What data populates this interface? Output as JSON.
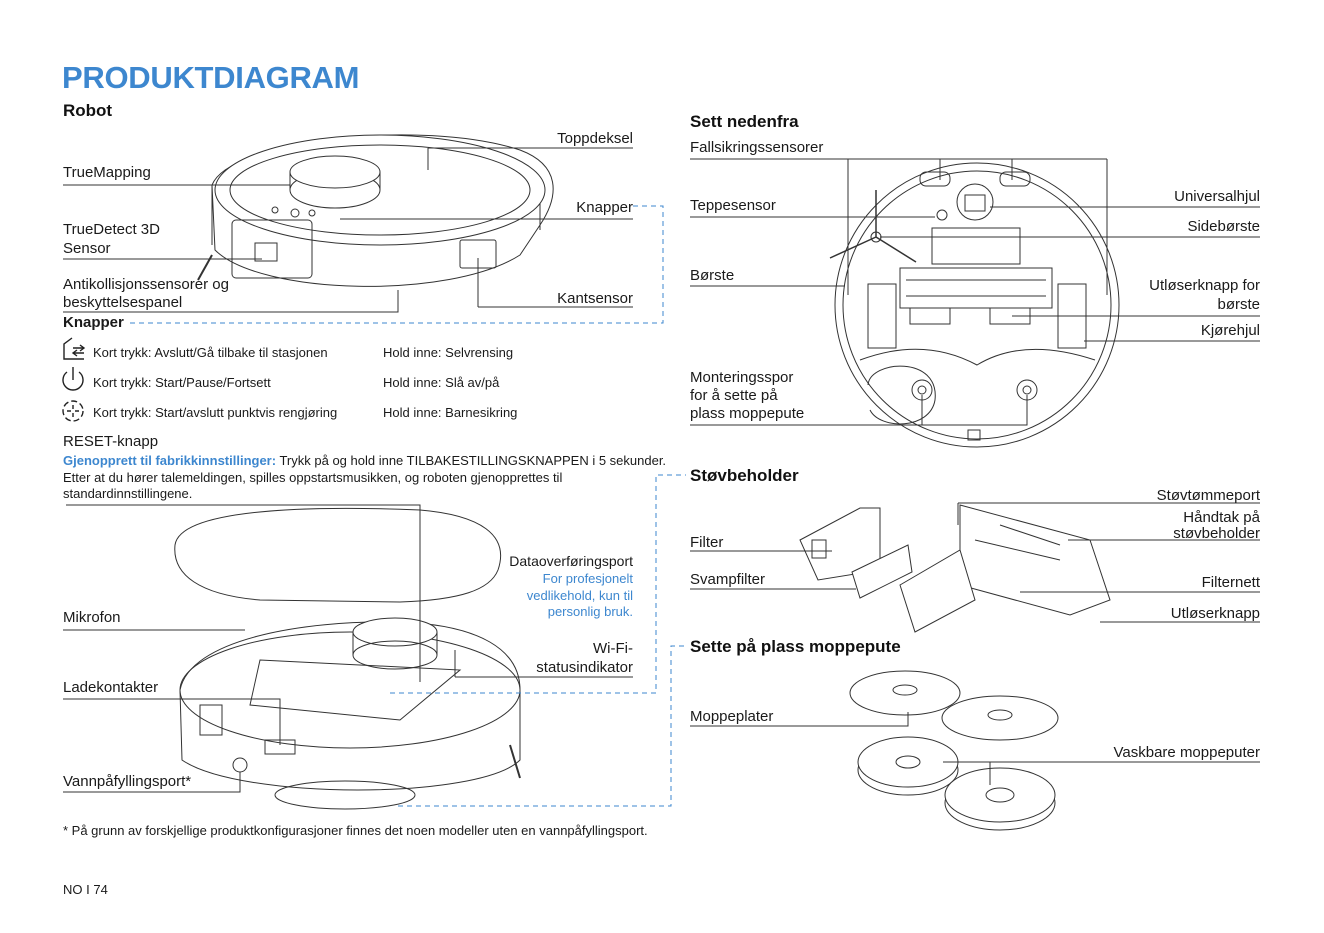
{
  "title": "PRODUKTDIAGRAM",
  "robot": {
    "heading": "Robot",
    "labels": {
      "toppdeksel": "Toppdeksel",
      "truemapping": "TrueMapping",
      "knapper": "Knapper",
      "truedetect_1": "TrueDetect 3D",
      "truedetect_2": "Sensor",
      "antikoll_1": "Antikollisjonssensorer og",
      "antikoll_2": "beskyttelsespanel",
      "kantsensor": "Kantsensor"
    }
  },
  "buttons": {
    "heading": "Knapper",
    "rows": [
      {
        "icon": "home-dock-icon",
        "short": "Kort trykk: Avslutt/Gå tilbake til stasjonen",
        "hold": "Hold inne: Selvrensing"
      },
      {
        "icon": "power-icon",
        "short": "Kort trykk: Start/Pause/Fortsett",
        "hold": "Hold inne: Slå av/på"
      },
      {
        "icon": "spot-clean-icon",
        "short": "Kort trykk: Start/avslutt punktvis rengjøring",
        "hold": "Hold inne: Barnesikring"
      }
    ]
  },
  "reset": {
    "heading": "RESET-knapp",
    "lead": "Gjenopprett til fabrikkinnstillinger:",
    "line1": "Trykk på og hold inne TILBAKESTILLINGSKNAPPEN i 5 sekunder.",
    "line2": "Etter at du hører talemeldingen, spilles oppstartsmusikken, og roboten gjenopprettes til",
    "line3": "standardinnstillingene."
  },
  "open_robot": {
    "dataport": "Dataoverføringsport",
    "dataport_note_1": "For profesjonelt",
    "dataport_note_2": "vedlikehold, kun til",
    "dataport_note_3": "personlig bruk.",
    "mikrofon": "Mikrofon",
    "wifi_1": "Wi-Fi-",
    "wifi_2": "statusindikator",
    "ladekontakter": "Ladekontakter",
    "vannpafylling": "Vannpåfyllingsport*"
  },
  "footnote": "* På grunn av forskjellige produktkonfigurasjoner finnes det noen modeller uten en vannpåfyllingsport.",
  "page_number": "NO I 74",
  "bottom": {
    "heading": "Sett nedenfra",
    "fallsikring": "Fallsikringssensorer",
    "teppesensor": "Teppesensor",
    "universalhjul": "Universalhjul",
    "sideborste": "Sidebørste",
    "borste": "Børste",
    "utloser_borste_1": "Utløserknapp for",
    "utloser_borste_2": "børste",
    "kjorehjul": "Kjørehjul",
    "montering_1": "Monteringsspor",
    "montering_2": "for å sette på",
    "montering_3": "plass moppepute"
  },
  "dust": {
    "heading": "Støvbeholder",
    "stovtommeport": "Støvtømmeport",
    "handtak_1": "Håndtak på",
    "handtak_2": "støvbeholder",
    "filter": "Filter",
    "svampfilter": "Svampfilter",
    "filternett": "Filternett",
    "utloserknapp": "Utløserknapp"
  },
  "mop": {
    "heading": "Sette på plass moppepute",
    "moppeplater": "Moppeplater",
    "vaskbare": "Vaskbare moppeputer"
  },
  "colors": {
    "accent": "#3d87cf",
    "text": "#1a1a1a",
    "line": "#333333"
  }
}
